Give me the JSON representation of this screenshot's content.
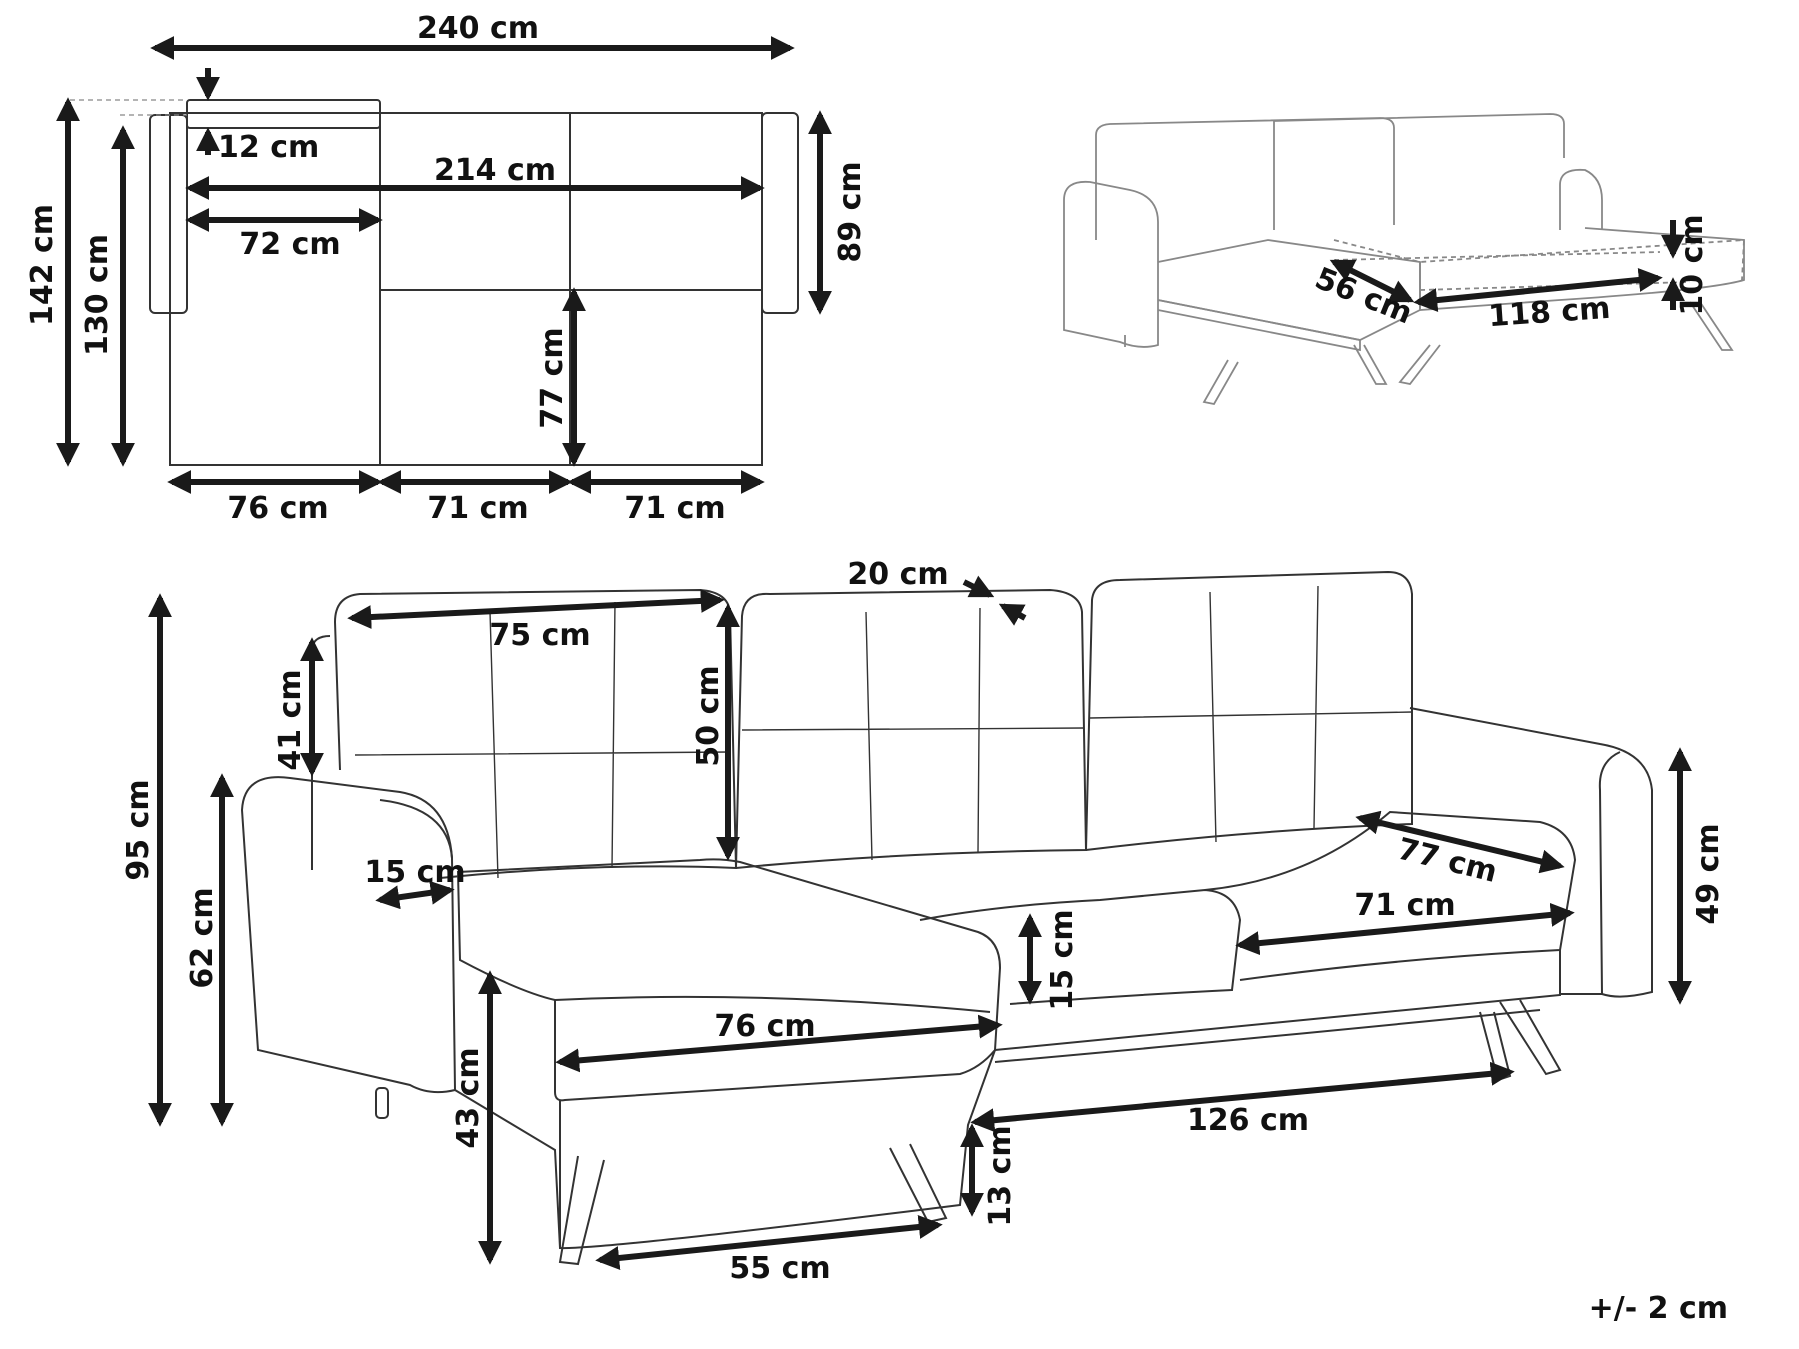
{
  "colors": {
    "ink": "#1a1a1a",
    "outline": "#333333",
    "line_light": "#888888",
    "background": "#ffffff"
  },
  "top_view": {
    "overall_width": "240 cm",
    "back_cushion_height": "12 cm",
    "seat_width": "214 cm",
    "chaise_seat_width": "72 cm",
    "armrest_depth": "89 cm",
    "overall_depth": "142 cm",
    "body_depth": "130 cm",
    "seat_depth": "77 cm",
    "chaise_width": "76 cm",
    "seat_1_width": "71 cm",
    "seat_2_width": "71 cm"
  },
  "bed_view": {
    "bed_depth": "56 cm",
    "bed_width": "118 cm",
    "bed_height": "10 cm"
  },
  "front_view": {
    "back_cushion_depth": "20 cm",
    "back_cushion_width": "75 cm",
    "back_cushion_height": "50 cm",
    "backrest_height": "41 cm",
    "total_height": "95 cm",
    "arm_height": "62 cm",
    "arm_width": "15 cm",
    "seat_cushion_thickness": "15 cm",
    "chaise_seat_width": "76 cm",
    "seat_height": "43 cm",
    "seat_depth": "77 cm",
    "seat_width": "71 cm",
    "armrest_height": "49 cm",
    "base_length": "126 cm",
    "leg_height": "13 cm",
    "leg_spread": "55 cm"
  },
  "tolerance": "+/- 2 cm"
}
